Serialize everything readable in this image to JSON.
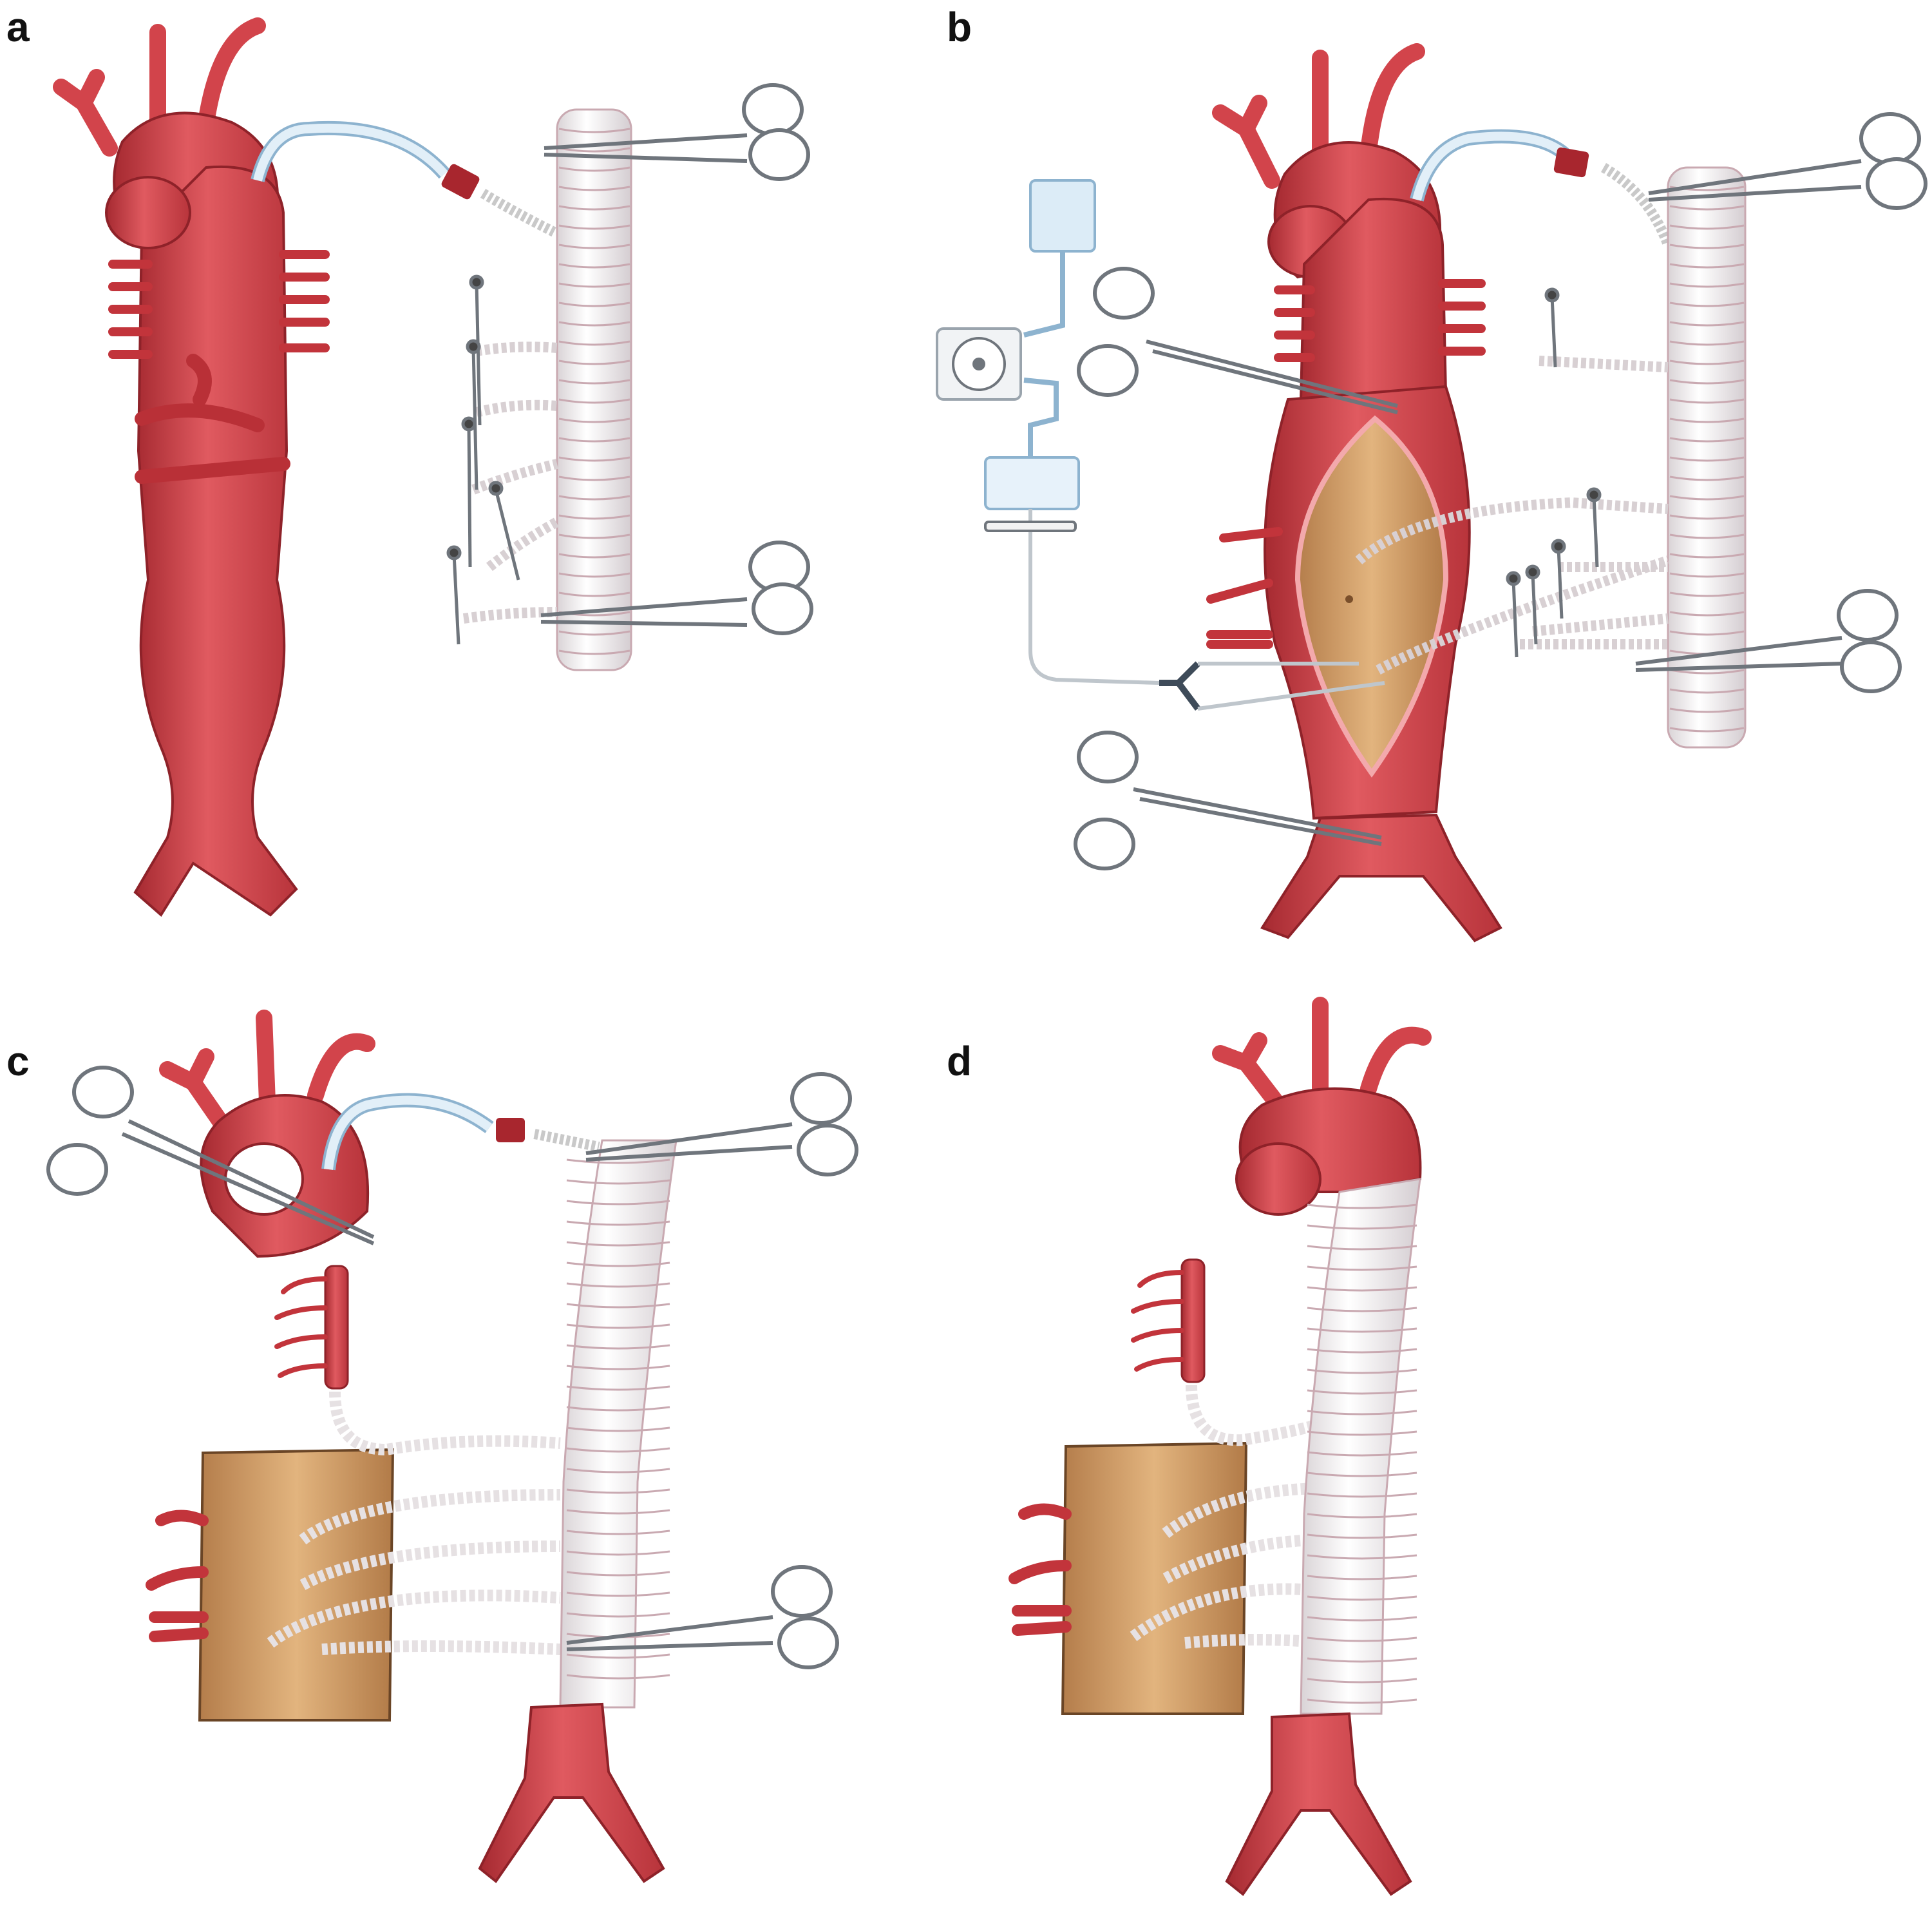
{
  "figure": {
    "panels": [
      {
        "label": "a"
      },
      {
        "label": "b"
      },
      {
        "label": "c"
      },
      {
        "label": "d"
      }
    ]
  },
  "colors": {
    "artery": "#d2444b",
    "artery_dark": "#9e2a30",
    "artery_light": "#ea7a7e",
    "graft": "#f4f2f3",
    "graft_ring": "#c9a9b1",
    "tissue": "#c7935d",
    "tissue_light": "#e3b882",
    "instrument": "#b7bcc2",
    "instrument_dark": "#6f757c",
    "cannula": "#cfe3f1",
    "cannula_stroke": "#8db3cf",
    "connector": "#a8262e",
    "background": "#ffffff"
  },
  "icons": [
    "aorta-icon",
    "vascular-graft-icon",
    "hemostat-clamp-icon",
    "perfusion-pump-icon",
    "reservoir-bag-icon",
    "oxygenator-icon",
    "tissue-patch-icon"
  ]
}
